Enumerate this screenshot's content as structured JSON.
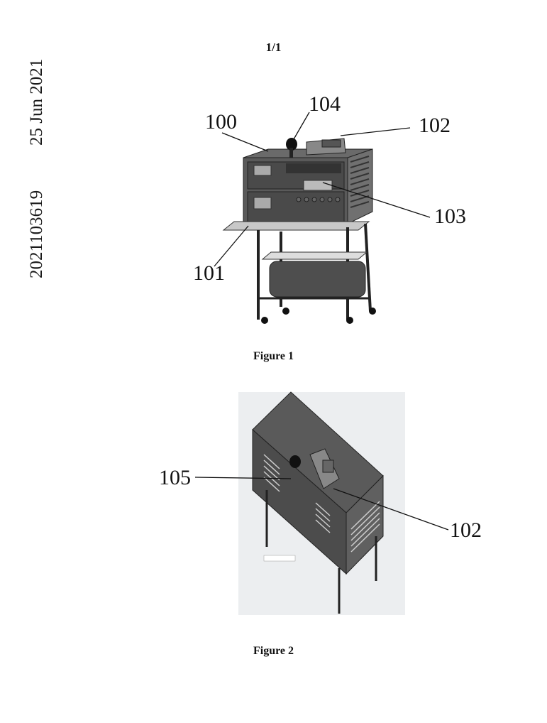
{
  "margin": {
    "date": "25 Jun 2021",
    "application_number": "2021103619"
  },
  "page_number": "1/1",
  "figures": [
    {
      "caption": "Figure 1",
      "labels": [
        {
          "id": "100",
          "text": "100"
        },
        {
          "id": "101",
          "text": "101"
        },
        {
          "id": "102",
          "text": "102"
        },
        {
          "id": "103",
          "text": "103"
        },
        {
          "id": "104",
          "text": "104"
        }
      ]
    },
    {
      "caption": "Figure 2",
      "labels": [
        {
          "id": "105",
          "text": "105"
        },
        {
          "id": "102",
          "text": "102"
        }
      ]
    }
  ]
}
